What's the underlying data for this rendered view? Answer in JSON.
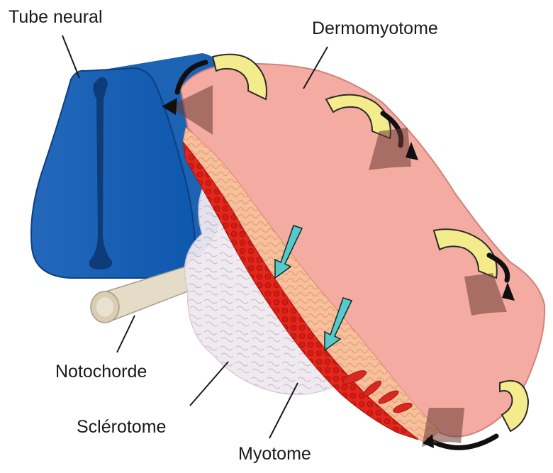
{
  "labels": {
    "tube_neural": "Tube neural",
    "dermomyotome": "Dermomyotome",
    "notochorde": "Notochorde",
    "sclerotome": "Sclérotome",
    "myotome": "Myotome"
  },
  "colors": {
    "neural_tube": "#1f5fae",
    "neural_tube_dark": "#0f3a78",
    "dermomyotome": "#f2aaa0",
    "myotome": "#e2231a",
    "sclerotome": "#ece4ec",
    "notochord": "#ddd3bf",
    "yellow_arrow": "#f4ec8c",
    "brown_arrow": "#6a3a32",
    "cyan_arrow": "#56c9c9"
  },
  "icons": [
    "yellow-curved-arrow",
    "brown-arrow",
    "cyan-arrow"
  ]
}
